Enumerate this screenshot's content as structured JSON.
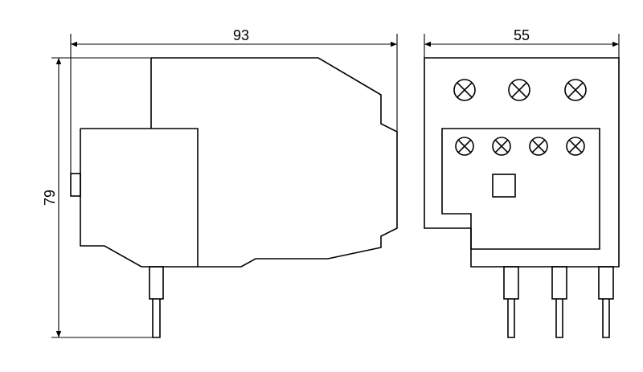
{
  "dimensions": {
    "side_width": "93",
    "front_width": "55",
    "height": "79"
  },
  "terminals": {
    "top_row_screws": 3,
    "middle_row_screws": 4,
    "bottom_pins": 3
  }
}
